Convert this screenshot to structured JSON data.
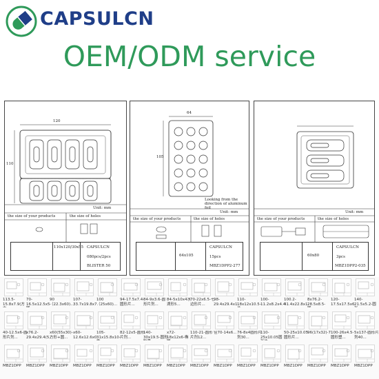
{
  "brand": {
    "name": "CAPSULCN",
    "headline": "OEM/ODM service",
    "accent": "#1f3e88",
    "green": "#2f9a5a",
    "logo_icon": "capsule-icon"
  },
  "sheets": [
    {
      "unit": "Unit: mm",
      "products_title": "the size of your products",
      "holes_title": "the size of holes",
      "blister_size": "110x120/30x55",
      "brand": "CAPSULCN",
      "count": "080pcs/2pcs",
      "model": "BLISTER 50",
      "dims": [
        "120",
        "110"
      ]
    },
    {
      "unit": "Unit: mm",
      "products_title": "the size of your products",
      "holes_title": "the size of holes",
      "blister_size": "64x105",
      "brand": "CAPSULCN",
      "count": "15pcs",
      "model": "MBZ1DPP2-277",
      "note": "Looking from the direction of aluminum foil",
      "dims": [
        "64",
        "105"
      ]
    },
    {
      "unit": "Unit: mm",
      "products_title": "the size of your products",
      "holes_title": "the size of holes",
      "blister_size": "60x80",
      "brand": "CAPSULCN",
      "count": "3pcs",
      "model": "MBZ1DPP2-035"
    }
  ],
  "thumb_rows": [
    [
      "113.5-15.8x7.9(方电...",
      "70-16.5x12.5x5-圆...",
      "90（22.3x60)...",
      "107-33.7x19.8x7.8...",
      "100（25x60)...",
      "94-17.5x7.4-圆形片...",
      "84-9x3.6-圆形片剂...",
      "84-5x10x4水滴形5...",
      "70-22x6.5-七边形片...",
      "98-29.4x29.4x12-...",
      "110-18x12x10.5-片...",
      "100-11.2x8.2x4.4-...",
      "100.2-41.4x22.8x12...",
      "8x76.2-28.5x8.5-圆...",
      "120-17.5x17.5x6.9-...",
      "140-21.5x5.2-圆形..."
    ],
    [
      "40-12.5x6-圆形片剂...",
      "x76.2-29.4x29.4(5...",
      "x60(55x30)-方形+圆...",
      "x60-12.6x12.6x0.8-...",
      "105-31x15.8x10-椭...",
      "82-12x5-圆形片剂...",
      "140-30x19.5-圆形胶囊...",
      "x72-18x12x6-椭圆...",
      "110-21-圆形片剂12...",
      "径70-14x6...",
      "76-8x4圆形片剂30...",
      "110-25x10.05圆形片...",
      "50-25x10.05圆形片...",
      "96(17x32)-7.9x1.65-...",
      "100-26x4.5-圆形塑...",
      "5x137-圆形片剂40..."
    ],
    [
      "MBZ1DPP",
      "MBZ1DPP",
      "MBZ1DPP",
      "MBZ1DPP",
      "MBZ1DPP",
      "MBZ1DPP",
      "MBZ1DPP",
      "MBZ1DPP",
      "MBZ1DPP",
      "MBZ1DPP",
      "MBZ1DPP",
      "MBZ1DPP",
      "MBZ1DPP",
      "MBZ1DPP",
      "MBZ1DPP",
      "MBZ1DPP"
    ]
  ]
}
